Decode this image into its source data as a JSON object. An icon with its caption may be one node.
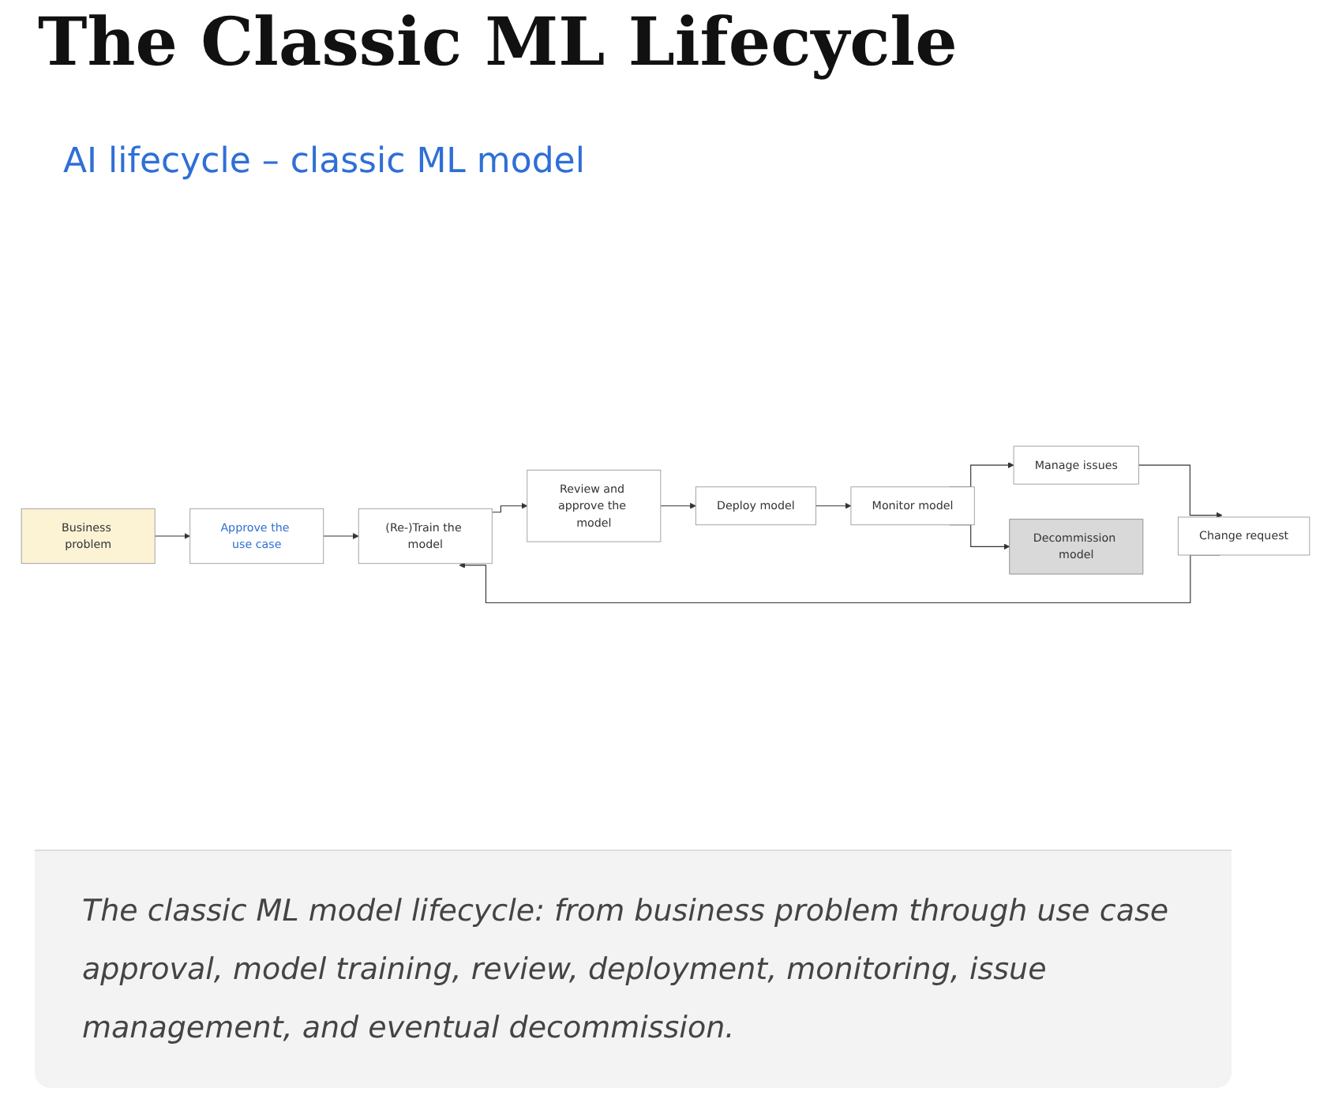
{
  "diagram": {
    "title": "The Classic ML Lifecycle",
    "caption": "The classic ML model lifecycle: from business problem through use case approval, model training, review, deployment, monitoring, issue management, and eventual decommission.",
    "nodes": [
      {
        "text": [
          "Business problem"
        ]
      },
      {
        "text": [
          "Approve the use case"
        ]
      },
      {
        "text": [
          "Change request"
        ]
      },
      {
        "text": [
          "(Re-)Train the model"
        ]
      },
      {
        "text": [
          "Manage issues"
        ]
      },
      {
        "text": [
          "Decommission model"
        ]
      },
      {
        "text": [
          "Monitor model"
        ]
      },
      {
        "text": [
          "Review and approve the model"
        ]
      },
      {
        "text": [
          "Deploy model"
        ]
      }
    ],
    "edges": [
      {
        "from": 0,
        "to": 1,
        "arrow": "to"
      },
      {
        "from": 1,
        "to": 3,
        "arrow": "to"
      },
      {
        "from": 2,
        "to": 3,
        "arrow": "to"
      },
      {
        "from": 3,
        "to": 7,
        "arrow": "to"
      },
      {
        "from": 7,
        "to": 8,
        "arrow": "to"
      },
      {
        "from": 8,
        "to": 6,
        "arrow": "to"
      },
      {
        "from": 6,
        "to": 4,
        "arrow": "to"
      },
      {
        "from": 4,
        "to": 2,
        "arrow": "to"
      },
      {
        "from": 6,
        "to": 5,
        "arrow": "to"
      }
    ],
    "labels": [
      "AI lifecycle – classic ML model"
    ]
  }
}
